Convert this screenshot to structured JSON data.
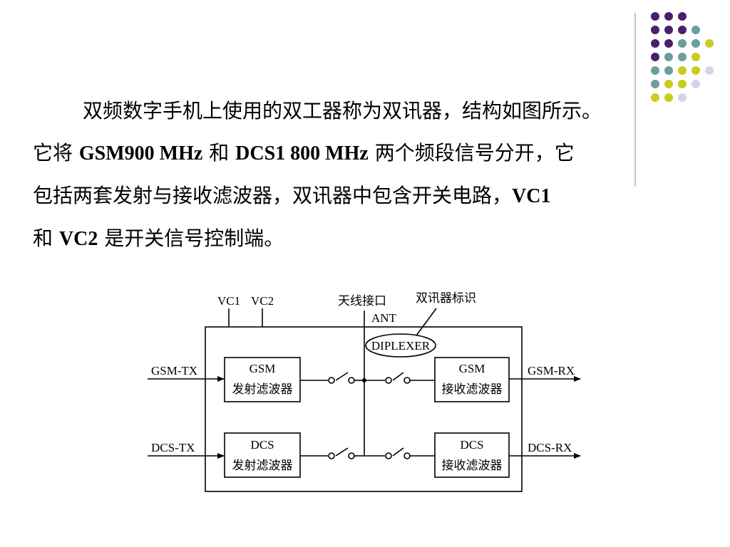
{
  "paragraph": {
    "line1": "双频数字手机上使用的双工器称为双讯器，结构如图所示。",
    "line2_a": "它将 ",
    "line2_b": "GSM900 MHz",
    "line2_c": " 和 ",
    "line2_d": "DCS1 800 MHz",
    "line2_e": " 两个频段信号分开，它",
    "line3_a": "包括两套发射与接收滤波器，双讯器中包含开关电路，",
    "line3_b": "VC1",
    "line4_a": "和 ",
    "line4_b": "VC2",
    "line4_c": " 是开关信号控制端。"
  },
  "diagram": {
    "vc1": "VC1",
    "vc2": "VC2",
    "antenna_port": "天线接口",
    "ant": "ANT",
    "diplexer_mark": "双讯器标识",
    "diplexer": "DIPLEXER",
    "gsm_tx": "GSM-TX",
    "dcs_tx": "DCS-TX",
    "gsm_rx": "GSM-RX",
    "dcs_rx": "DCS-RX",
    "gsm_tx_filter": {
      "line1": "GSM",
      "line2": "发射滤波器"
    },
    "dcs_tx_filter": {
      "line1": "DCS",
      "line2": "发射滤波器"
    },
    "gsm_rx_filter": {
      "line1": "GSM",
      "line2": "接收滤波器"
    },
    "dcs_rx_filter": {
      "line1": "DCS",
      "line2": "接收滤波器"
    }
  },
  "decoration": {
    "colors": {
      "purple": "#4b1f6f",
      "teal": "#6b9e9c",
      "yellow": "#c9cc1e",
      "lavender": "#d4d4e8",
      "rule": "#b0b0b0"
    }
  }
}
